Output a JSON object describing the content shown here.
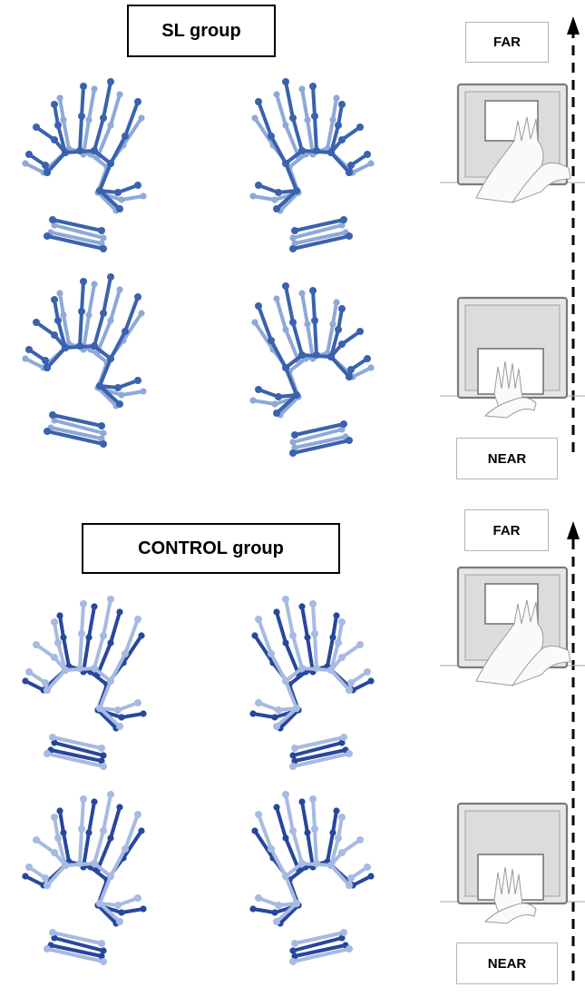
{
  "groups": [
    {
      "label": "SL group",
      "far_label": "FAR",
      "near_label": "NEAR"
    },
    {
      "label": "CONTROL group",
      "far_label": "FAR",
      "near_label": "NEAR"
    }
  ],
  "colors": {
    "sl_dark": "#3a62ad",
    "sl_light": "#8ea9d8",
    "control_dark": "#27479c",
    "control_light": "#a6bae2",
    "arrow": "#000000"
  },
  "icons": [
    "hand-skeleton-icon",
    "touchscreen-far-icon",
    "touchscreen-near-icon",
    "dashed-arrow-up-icon"
  ]
}
